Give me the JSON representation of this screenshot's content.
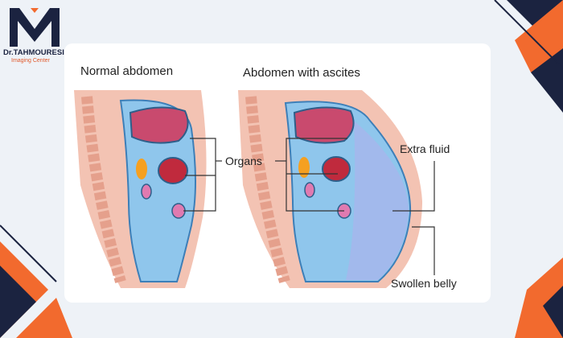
{
  "logo": {
    "name": "Dr.TAHMOURESI",
    "subtitle": "Imaging Center"
  },
  "diagram": {
    "left_title": "Normal abdomen",
    "right_title": "Abdomen with ascites",
    "labels": {
      "organs": "Organs",
      "extra_fluid": "Extra fluid",
      "swollen_belly": "Swollen belly"
    }
  },
  "colors": {
    "navy": "#1b2340",
    "orange": "#f26a2e",
    "skin": "#f3c3b3",
    "fluid": "#8fc6ec",
    "organ": "#c94a6e"
  }
}
